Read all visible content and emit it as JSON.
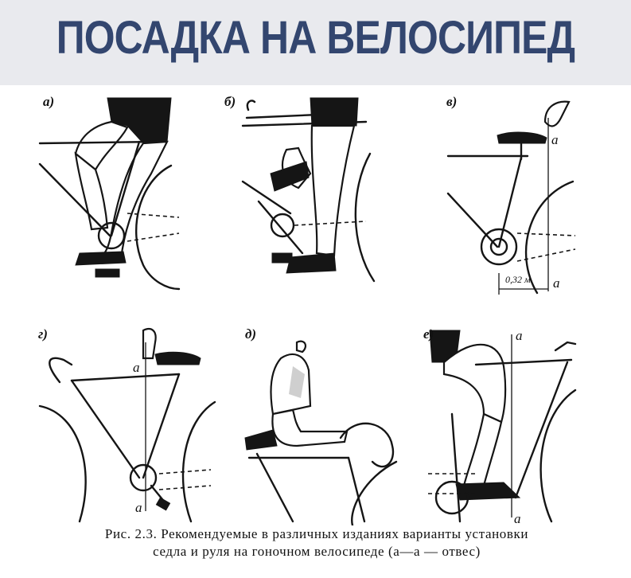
{
  "header": {
    "title": "ПОСАДКА НА ВЕЛОСИПЕД"
  },
  "figures": [
    {
      "label": "а)"
    },
    {
      "label": "б)"
    },
    {
      "label": "в)",
      "plumb_label": "а",
      "plumb_label_bottom": "а",
      "measurement": "0,32 м"
    },
    {
      "label": "г)",
      "plumb_label": "а",
      "plumb_label_bottom": "а"
    },
    {
      "label": "д)"
    },
    {
      "label": "е)",
      "plumb_label": "а",
      "plumb_label_bottom": "а"
    }
  ],
  "caption": {
    "line1": "Рис. 2.3. Рекомендуемые в различных изданиях варианты установки",
    "line2": "седла и руля на гоночном велосипеде (а—а — отвес)"
  },
  "colors": {
    "banner_bg": "#e9eaee",
    "title": "#33466f",
    "ink": "#151515"
  }
}
